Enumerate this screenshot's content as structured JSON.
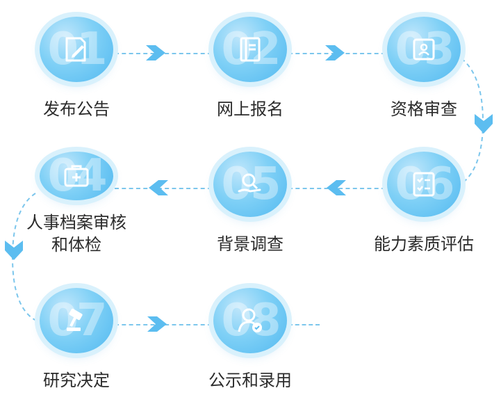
{
  "steps": [
    {
      "num": "01",
      "label": "发布公告"
    },
    {
      "num": "02",
      "label": "网上报名"
    },
    {
      "num": "03",
      "label": "资格审查"
    },
    {
      "num": "04",
      "label_line1": "人事档案审核",
      "label_line2": "和体检"
    },
    {
      "num": "05",
      "label": "背景调查"
    },
    {
      "num": "06",
      "label": "能力素质评估"
    },
    {
      "num": "07",
      "label": "研究决定"
    },
    {
      "num": "08",
      "label": "公示和录用"
    }
  ],
  "icons": [
    "document-edit-icon",
    "clipboard-icon",
    "id-card-icon",
    "medical-kit-icon",
    "magnifier-hand-icon",
    "checklist-icon",
    "gavel-icon",
    "user-check-icon"
  ],
  "colors": {
    "node": "#6cc8f4",
    "ring": "#d9f1fc",
    "connector": "#7cc6ec",
    "arrow": "#5cbdf0"
  }
}
